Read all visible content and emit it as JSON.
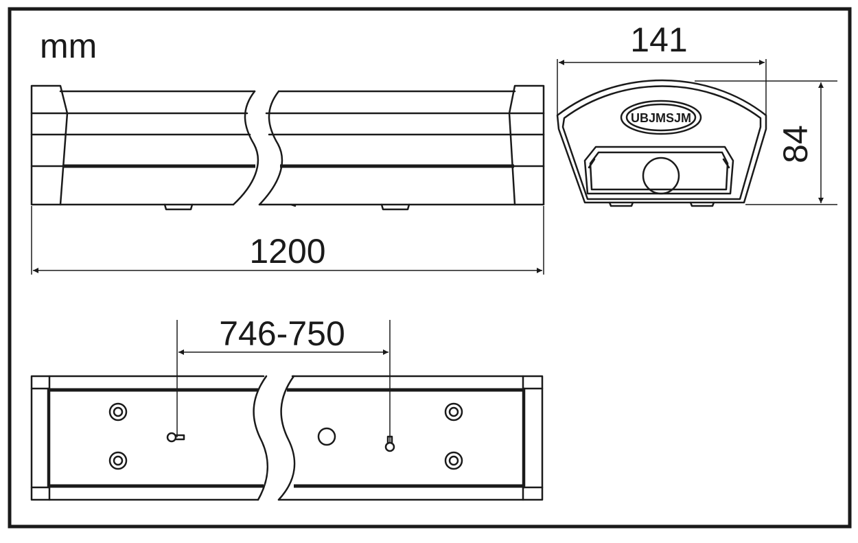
{
  "units": "mm",
  "dimensions": {
    "length": "1200",
    "width": "141",
    "height": "84",
    "mounting_distance": "746-750"
  },
  "logo_text": "UBJMSJM",
  "colors": {
    "line": "#1a1a1a",
    "background": "#ffffff"
  }
}
